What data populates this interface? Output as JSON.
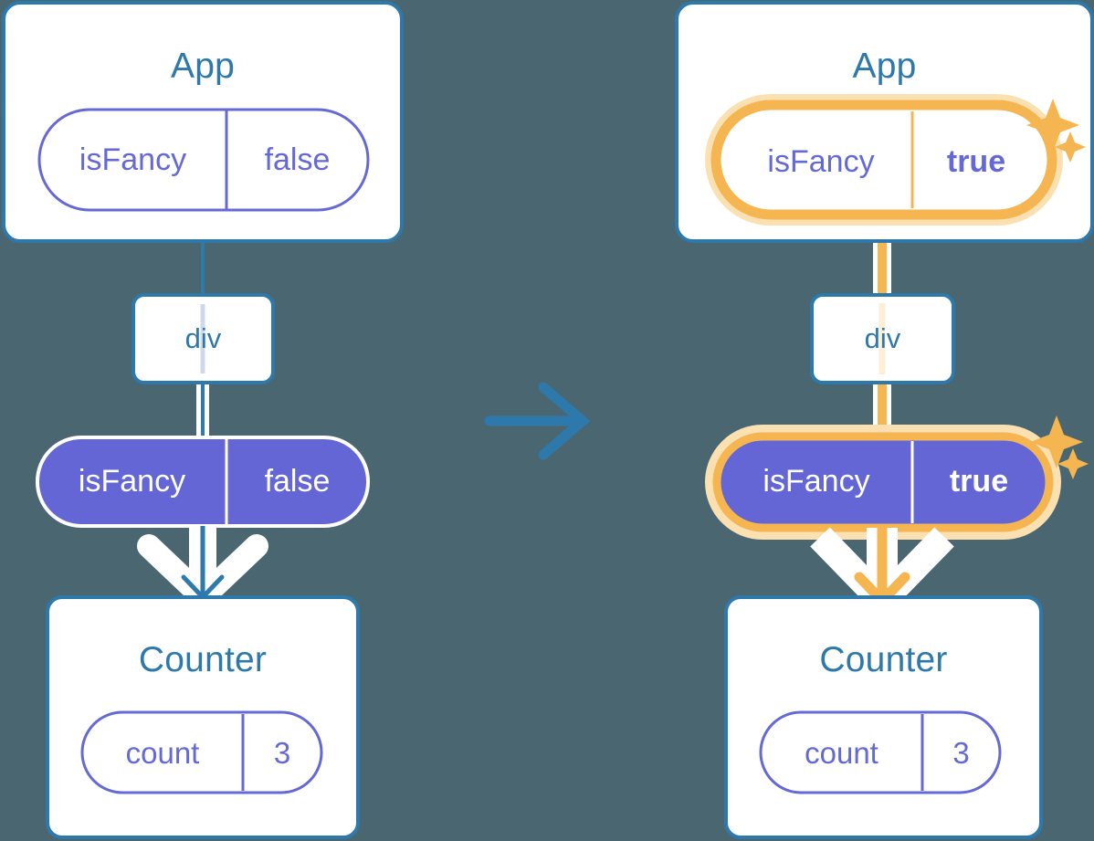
{
  "theme": {
    "background": "#4a6771",
    "blue": "#2d79ab",
    "blue_line": "#2e7aac",
    "purple": "#6569d6",
    "purple_fill": "#6366d4",
    "orange": "#f5b550",
    "orange_glow": "#fbe0b2",
    "orange_light": "#fdeed6",
    "white": "#ffffff",
    "divider_light": "#9aa0e6"
  },
  "panels": [
    {
      "id": "before",
      "app": {
        "title": "App",
        "state_pill": {
          "key": "isFancy",
          "value": "false",
          "style": "outline",
          "highlighted": false,
          "value_bold": false
        }
      },
      "div_node": {
        "label": "div"
      },
      "props_pill": {
        "key": "isFancy",
        "value": "false",
        "style": "solid",
        "highlighted": false,
        "value_bold": false
      },
      "counter": {
        "title": "Counter",
        "state_pill": {
          "key": "count",
          "value": "3"
        }
      },
      "flow_color": "blue",
      "sparkles": false
    },
    {
      "id": "after",
      "app": {
        "title": "App",
        "state_pill": {
          "key": "isFancy",
          "value": "true",
          "style": "outline",
          "highlighted": true,
          "value_bold": true
        }
      },
      "div_node": {
        "label": "div"
      },
      "props_pill": {
        "key": "isFancy",
        "value": "true",
        "style": "solid",
        "highlighted": true,
        "value_bold": true
      },
      "counter": {
        "title": "Counter",
        "state_pill": {
          "key": "count",
          "value": "3"
        }
      },
      "flow_color": "orange",
      "sparkles": true
    }
  ],
  "transition": {
    "icon": "arrow-right-icon",
    "color": "#2d79ab"
  },
  "sparkle_icon": "sparkle-icon"
}
